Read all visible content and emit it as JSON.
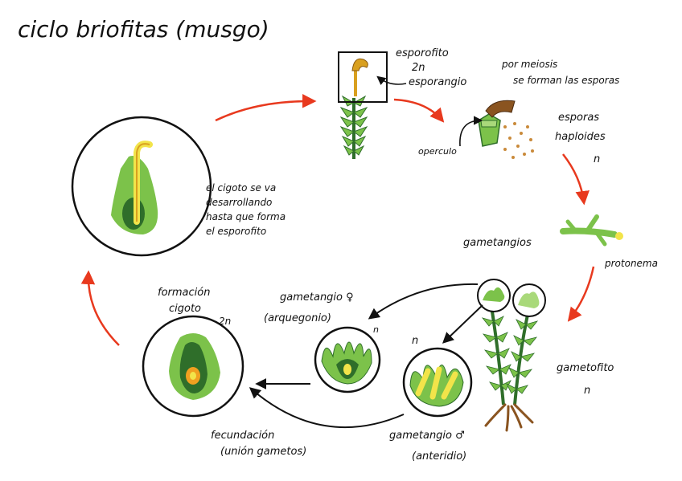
{
  "title": "ciclo briofitas (musgo)",
  "labels": {
    "esporofito": "esporofito",
    "ploidy_2n_top": "2n",
    "esporangio": "esporangio",
    "meiosis_1": "por meiosis",
    "meiosis_2": "se forman las esporas",
    "esporas_1": "esporas",
    "esporas_2": "haploides",
    "ploidy_n_esporas": "n",
    "operculo": "operculo",
    "cigoto_desc_1": "el cigoto se va",
    "cigoto_desc_2": "desarrollando",
    "cigoto_desc_3": "hasta que forma",
    "cigoto_desc_4": "el esporofito",
    "protonema": "protonema",
    "gametangios": "gametangios",
    "formacion_1": "formación",
    "formacion_2": "cigoto",
    "ploidy_2n_cigoto": "2n",
    "gametangio_fem": "gametangio ♀",
    "arquegonio": "(arquegonio)",
    "ploidy_n_arq": "n",
    "ploidy_n_ant": "n",
    "gametofito": "gametofito",
    "ploidy_n_gam": "n",
    "fecundacion_1": "fecundación",
    "fecundacion_2": "(unión gametos)",
    "gametangio_masc": "gametangio ♂",
    "anteridio": "(anteridio)"
  },
  "colors": {
    "cycle_arrow": "#e8391e",
    "light_green": "#7cc24a",
    "dark_green": "#2f6e2a",
    "yellow": "#f2e44a",
    "orange": "#f0a020",
    "brown": "#8a5420",
    "stroke": "#111111"
  }
}
